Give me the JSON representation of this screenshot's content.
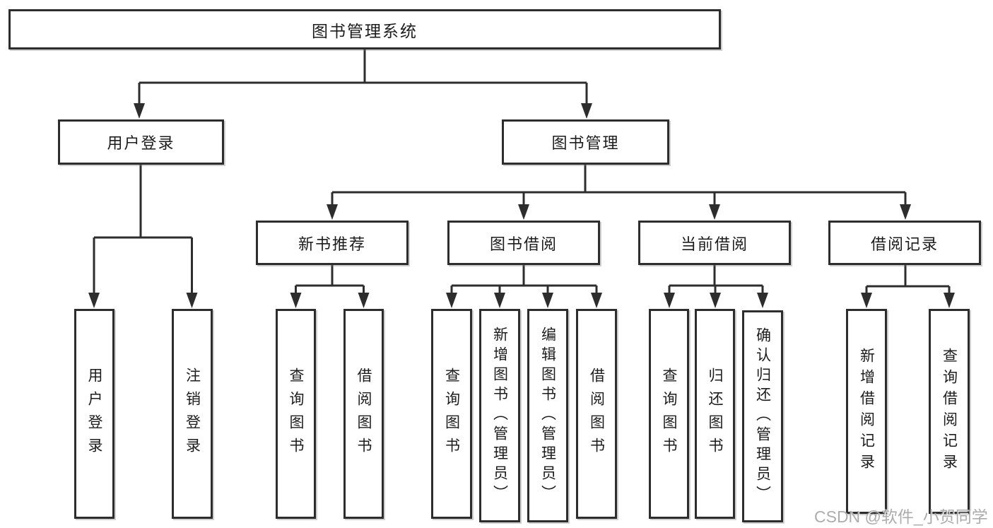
{
  "diagram": {
    "title": "图书管理系统",
    "nodes": {
      "root": "图书管理系统",
      "user_login": "用户登录",
      "book_mgmt": "图书管理",
      "modules": [
        "新书推荐",
        "图书借阅",
        "当前借阅",
        "借阅记录"
      ]
    },
    "leaves": {
      "user_login": [
        "用户登录",
        "注销登录"
      ],
      "new_book": [
        "查询图书",
        "借阅图书"
      ],
      "book_borrow": [
        "查询图书",
        "新增图书（管理员）",
        "编辑图书（管理员）",
        "借阅图书"
      ],
      "current_borrow": [
        "查询图书",
        "归还图书",
        "确认归还（管理员）"
      ],
      "borrow_record": [
        "新增借阅记录",
        "查询借阅记录"
      ]
    }
  },
  "watermark": {
    "text": "CSDN @软件_小贺同学"
  },
  "colors": {
    "line": "#2d2d2d",
    "border": "#2d2d2d",
    "text": "#1c1c1c",
    "watermark": "#9e9e9e",
    "background": "#ffffff"
  }
}
